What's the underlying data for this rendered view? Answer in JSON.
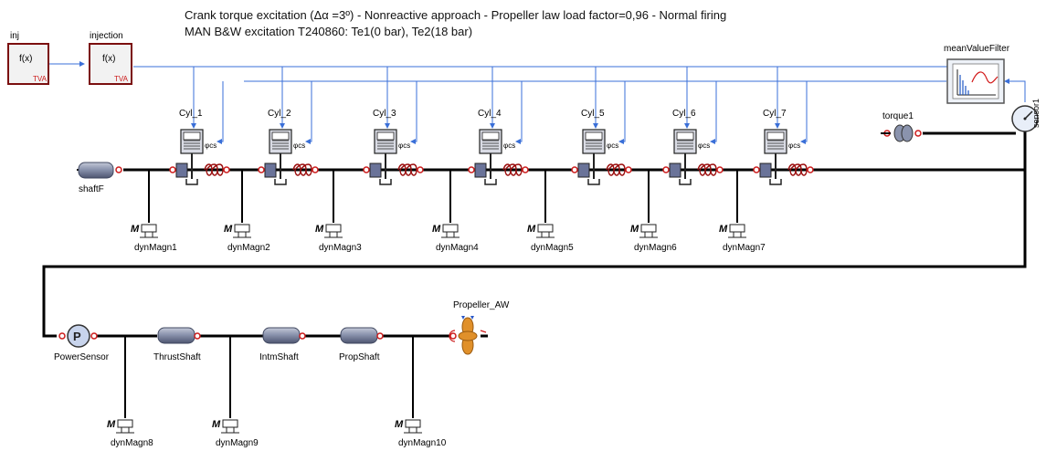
{
  "title": {
    "line1": "Crank torque excitation (Δα =3º) - Nonreactive approach - Propeller law load factor=0,96 - Normal firing",
    "line2": "MAN B&W excitation T240860: Te1(0 bar), Te2(18 bar)"
  },
  "blocks": {
    "inj": {
      "label": "inj",
      "fn": "f(x)",
      "tag": "TVA"
    },
    "injection": {
      "label": "injection",
      "fn": "f(x)",
      "tag": "TVA"
    },
    "filter": {
      "label": "meanValueFilter"
    },
    "torque": {
      "label": "torque1"
    },
    "sensor": {
      "label": "sensor1"
    }
  },
  "cylinders": [
    {
      "label": "Cyl_1",
      "phi": "φcs"
    },
    {
      "label": "Cyl_2",
      "phi": "φcs"
    },
    {
      "label": "Cyl_3",
      "phi": "φcs"
    },
    {
      "label": "Cyl_4",
      "phi": "φcs"
    },
    {
      "label": "Cyl_5",
      "phi": "φcs"
    },
    {
      "label": "Cyl_6",
      "phi": "φcs"
    },
    {
      "label": "Cyl_7",
      "phi": "φcs"
    }
  ],
  "dampers_top": [
    "dynMagn1",
    "dynMagn2",
    "dynMagn3",
    "dynMagn4",
    "dynMagn5",
    "dynMagn6",
    "dynMagn7"
  ],
  "dampers_bottom": [
    "dynMagn8",
    "dynMagn9",
    "dynMagn10"
  ],
  "damper_symbol": "M",
  "shafts": {
    "shaftF": "shaftF",
    "power": "PowerSensor",
    "power_symbol": "P",
    "thrust": "ThrustShaft",
    "intm": "IntmShaft",
    "prop": "PropShaft",
    "propeller": "Propeller_AW"
  },
  "colors": {
    "signal_wire": "#3a6fd8",
    "mech_wire": "#000000",
    "block_border": "#8b0000",
    "shaft_fill": "#8c95ad",
    "propeller": "#e0902a",
    "spring": "#9c1010"
  }
}
